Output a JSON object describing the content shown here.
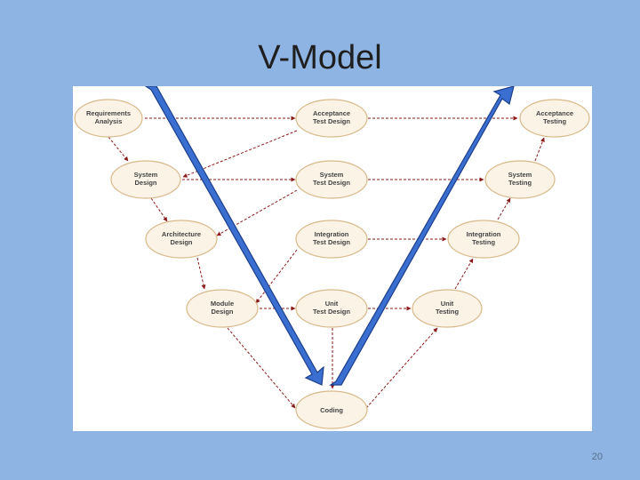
{
  "slide": {
    "title": "V-Model",
    "page_number": "20"
  },
  "diagram": {
    "nodes": {
      "requirements": [
        "Requirements",
        "Analysis"
      ],
      "system_design": [
        "System",
        "Design"
      ],
      "architecture_design": [
        "Architecture",
        "Design"
      ],
      "module_design": [
        "Module",
        "Design"
      ],
      "acceptance_test_design": [
        "Acceptance",
        "Test Design"
      ],
      "system_test_design": [
        "System",
        "Test Design"
      ],
      "integration_test_design": [
        "Integration",
        "Test Design"
      ],
      "unit_test_design": [
        "Unit",
        "Test Design"
      ],
      "coding": [
        "Coding"
      ],
      "acceptance_testing": [
        "Acceptance",
        "Testing"
      ],
      "system_testing": [
        "System",
        "Testing"
      ],
      "integration_testing": [
        "Integration",
        "Testing"
      ],
      "unit_testing": [
        "Unit",
        "Testing"
      ]
    }
  },
  "colors": {
    "background": "#8eb4e3",
    "node_fill": "#fbf3e6",
    "node_stroke": "#d8b98a",
    "connector": "#8b1a1a",
    "arrow": "#3a6fd1"
  }
}
